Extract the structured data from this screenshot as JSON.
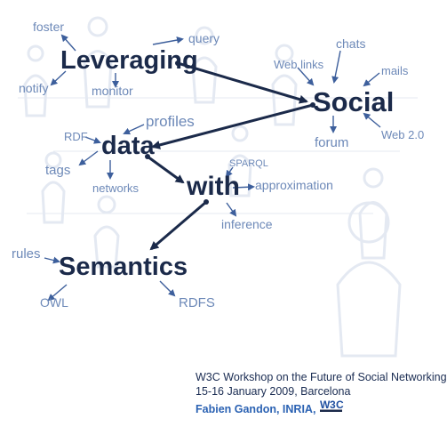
{
  "colors": {
    "keyword": "#1b2a4a",
    "satellite": "#6d89b8",
    "satellite_arrow": "#3d5f9c",
    "main_arrow": "#1b2a4a",
    "background_people": "#e4e9f2",
    "author": "#2b62b3",
    "w3c_blue": "#1f4fa0"
  },
  "keywords": {
    "leveraging": "Leveraging",
    "social": "Social",
    "data": "data",
    "with": "with",
    "semantics": "Semantics"
  },
  "satellites": {
    "foster": "foster",
    "query": "query",
    "notify": "notify",
    "monitor": "monitor",
    "chats": "chats",
    "web_links": "Web links",
    "mails": "mails",
    "forum": "forum",
    "web_2": "Web 2.0",
    "profiles": "profiles",
    "rdf": "RDF",
    "tags": "tags",
    "networks": "networks",
    "sparql": "SPARQL",
    "approximation": "approximation",
    "inference": "inference",
    "rules": "rules",
    "owl": "OWL",
    "rdfs": "RDFS"
  },
  "footer": {
    "event": "W3C Workshop on the Future of Social Networking",
    "date_place": "15-16 January 2009, Barcelona",
    "authors": "Fabien Gandon, INRIA,",
    "w3c_logo": "W3C"
  },
  "icons": {
    "w3c_logo": "w3c-logo-icon",
    "background": "people-silhouettes"
  }
}
